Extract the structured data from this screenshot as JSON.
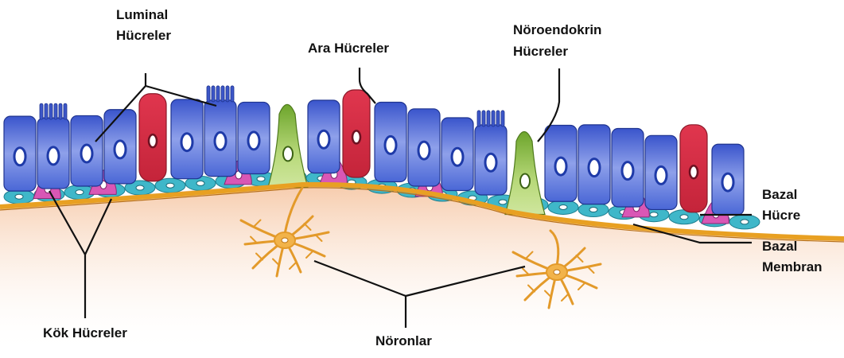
{
  "labels": {
    "luminal_line1": "Luminal",
    "luminal_line2": "Hücreler",
    "intermediate": "Ara Hücreler",
    "neuroendocrine_line1": "Nöroendokrin",
    "neuroendocrine_line2": "Hücreler",
    "basal_cell_line1": "Bazal",
    "basal_cell_line2": "Hücre",
    "basal_membrane_line1": "Bazal",
    "basal_membrane_line2": "Membran",
    "stem_cells": "Kök Hücreler",
    "neurons": "Nöronlar"
  },
  "colors": {
    "luminal_cell": "#4a67d6",
    "luminal_nucleus": "#1e3aa8",
    "intermediate_cell": "#d9304a",
    "neuroendocrine_cell": "#8fbf3a",
    "stem_cell": "#d957b5",
    "basal_cell": "#3fb7c9",
    "basal_membrane": "#e8a022",
    "stroma": "#f8d6bd",
    "neuron": "#e39a2a"
  }
}
